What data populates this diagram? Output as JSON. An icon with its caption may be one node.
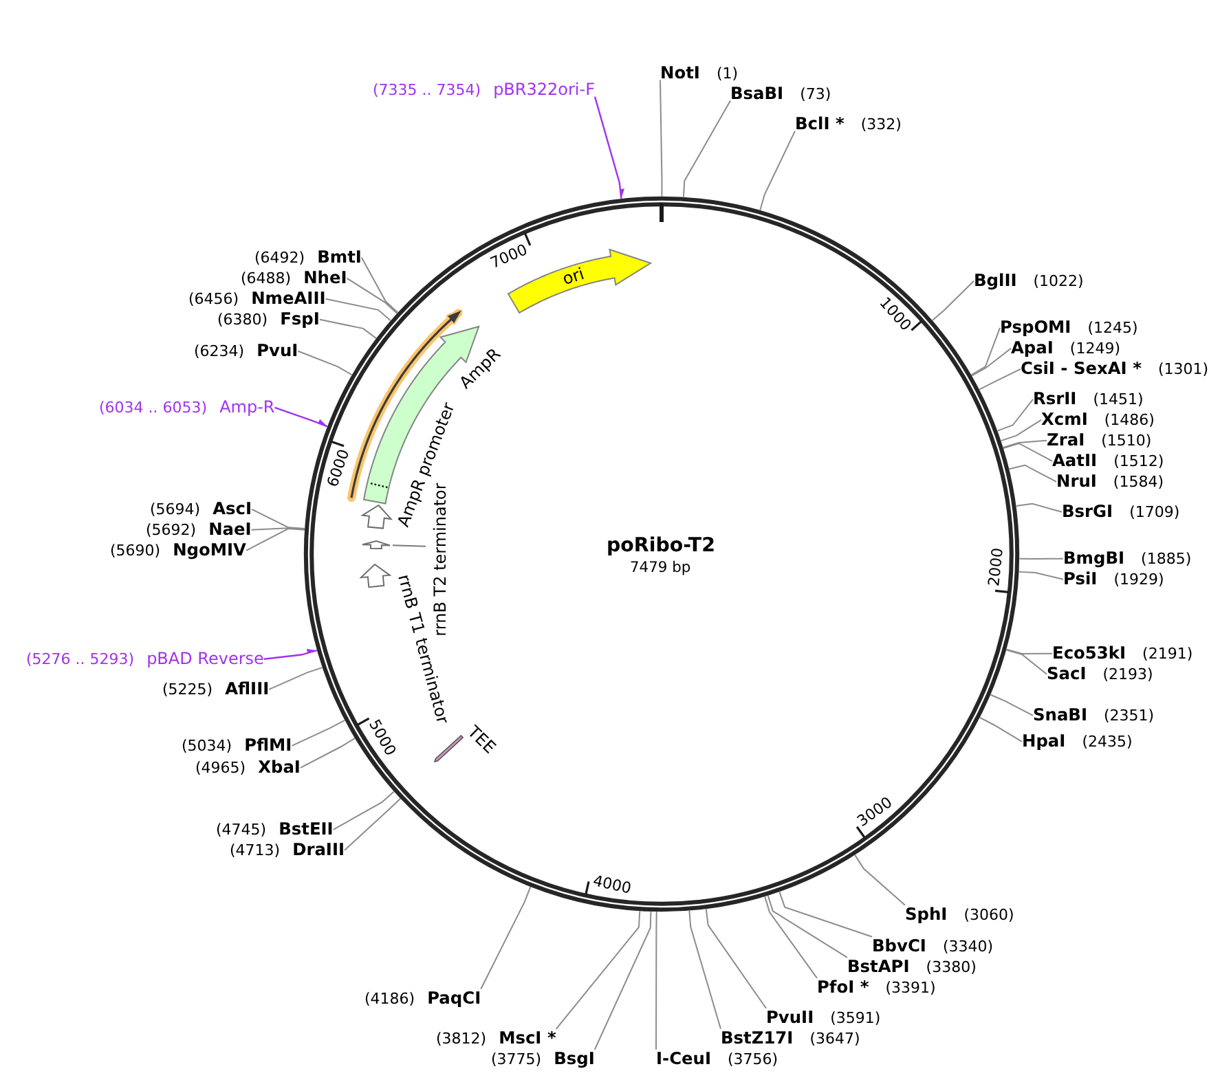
{
  "diagram": {
    "nodes": [
      {
        "text": [
          "poRibo-T2",
          "7479 bp"
        ]
      },
      {
        "text": [
          "ori"
        ],
        "in": 0
      },
      {
        "text": [],
        "shape": "arrow",
        "in": 0
      },
      {
        "text": [],
        "shape": "arrow",
        "in": 0,
        "beside": [
          "AmpR"
        ]
      },
      {
        "text": [],
        "shape": "arrow",
        "in": 0,
        "beside": [
          "AmpR promoter"
        ]
      },
      {
        "text": [],
        "shape": "arrow",
        "in": 0,
        "beside": [
          "rrnB T2 terminator"
        ]
      },
      {
        "text": [],
        "shape": "arrow",
        "in": 0,
        "beside": [
          "rrnB T1 terminator"
        ]
      },
      {
        "text": [],
        "shape": "bar",
        "in": 0,
        "beside": [
          "TEE"
        ]
      },
      {
        "text": [
          "NotI"
        ],
        "beside": [
          "(1)"
        ]
      },
      {
        "text": [
          "BsaBI"
        ],
        "beside": [
          "(73)"
        ]
      },
      {
        "text": [
          "BclI *"
        ],
        "beside": [
          "(332)"
        ]
      },
      {
        "text": [
          "BglII"
        ],
        "beside": [
          "(1022)"
        ]
      },
      {
        "text": [
          "PspOMI"
        ],
        "beside": [
          "(1245)"
        ]
      },
      {
        "text": [
          "ApaI"
        ],
        "beside": [
          "(1249)"
        ]
      },
      {
        "text": [
          "CsiI - SexAI *"
        ],
        "beside": [
          "(1301)"
        ]
      },
      {
        "text": [
          "RsrII"
        ],
        "beside": [
          "(1451)"
        ]
      },
      {
        "text": [
          "XcmI"
        ],
        "beside": [
          "(1486)"
        ]
      },
      {
        "text": [
          "ZraI"
        ],
        "beside": [
          "(1510)"
        ]
      },
      {
        "text": [
          "AatII"
        ],
        "beside": [
          "(1512)"
        ]
      },
      {
        "text": [
          "NruI"
        ],
        "beside": [
          "(1584)"
        ]
      },
      {
        "text": [
          "BsrGI"
        ],
        "beside": [
          "(1709)"
        ]
      },
      {
        "text": [
          "BmgBI"
        ],
        "beside": [
          "(1885)"
        ]
      },
      {
        "text": [
          "PsiI"
        ],
        "beside": [
          "(1929)"
        ]
      },
      {
        "text": [
          "Eco53kI"
        ],
        "beside": [
          "(2191)"
        ]
      },
      {
        "text": [
          "SacI"
        ],
        "beside": [
          "(2193)"
        ]
      },
      {
        "text": [
          "SnaBI"
        ],
        "beside": [
          "(2351)"
        ]
      },
      {
        "text": [
          "HpaI"
        ],
        "beside": [
          "(2435)"
        ]
      },
      {
        "text": [
          "SphI"
        ],
        "beside": [
          "(3060)"
        ]
      },
      {
        "text": [
          "BbvCI"
        ],
        "beside": [
          "(3340)"
        ]
      },
      {
        "text": [
          "BstAPI"
        ],
        "beside": [
          "(3380)"
        ]
      },
      {
        "text": [
          "PfoI *"
        ],
        "beside": [
          "(3391)"
        ]
      },
      {
        "text": [
          "PvuII"
        ],
        "beside": [
          "(3591)"
        ]
      },
      {
        "text": [
          "BstZ17I"
        ],
        "beside": [
          "(3647)"
        ]
      },
      {
        "text": [
          "I-CeuI"
        ],
        "beside": [
          "(3756)"
        ]
      },
      {
        "text": [
          "BsgI"
        ],
        "beside": [
          "(3775)"
        ]
      },
      {
        "text": [
          "MscI *"
        ],
        "beside": [
          "(3812)"
        ]
      },
      {
        "text": [
          "PaqCI"
        ],
        "beside": [
          "(4186)"
        ]
      },
      {
        "text": [
          "DraIII"
        ],
        "beside": [
          "(4713)"
        ]
      },
      {
        "text": [
          "BstEII"
        ],
        "beside": [
          "(4745)"
        ]
      },
      {
        "text": [
          "XbaI"
        ],
        "beside": [
          "(4965)"
        ]
      },
      {
        "text": [
          "PflMI"
        ],
        "beside": [
          "(5034)"
        ]
      },
      {
        "text": [
          "AflIII"
        ],
        "beside": [
          "(5225)"
        ]
      },
      {
        "text": [
          "NgoMIV"
        ],
        "beside": [
          "(5690)"
        ]
      },
      {
        "text": [
          "NaeI"
        ],
        "beside": [
          "(5692)"
        ]
      },
      {
        "text": [
          "AscI"
        ],
        "beside": [
          "(5694)"
        ]
      },
      {
        "text": [
          "PvuI"
        ],
        "beside": [
          "(6234)"
        ]
      },
      {
        "text": [
          "FspI"
        ],
        "beside": [
          "(6380)"
        ]
      },
      {
        "text": [
          "NmeAIII"
        ],
        "beside": [
          "(6456)"
        ]
      },
      {
        "text": [
          "NheI"
        ],
        "beside": [
          "(6488)"
        ]
      },
      {
        "text": [
          "BmtI"
        ],
        "beside": [
          "(6492)"
        ]
      },
      {
        "text": [
          "pBAD Reverse"
        ],
        "beside": [
          "(5276 .. 5293)"
        ]
      },
      {
        "text": [
          "Amp-R"
        ],
        "beside": [
          "(6034 .. 6053)"
        ]
      },
      {
        "text": [
          "pBR322ori-F"
        ],
        "beside": [
          "(7335 .. 7354)"
        ]
      }
    ],
    "edges": [
      {
        "from": 8,
        "to": 0,
        "arrow": "none"
      },
      {
        "from": 9,
        "to": 0,
        "arrow": "none"
      },
      {
        "from": 10,
        "to": 0,
        "arrow": "none"
      },
      {
        "from": 11,
        "to": 0,
        "arrow": "none"
      },
      {
        "from": 12,
        "to": 0,
        "arrow": "none"
      },
      {
        "from": 13,
        "to": 0,
        "arrow": "none"
      },
      {
        "from": 14,
        "to": 0,
        "arrow": "none"
      },
      {
        "from": 15,
        "to": 0,
        "arrow": "none"
      },
      {
        "from": 16,
        "to": 0,
        "arrow": "none"
      },
      {
        "from": 17,
        "to": 0,
        "arrow": "none"
      },
      {
        "from": 18,
        "to": 0,
        "arrow": "none"
      },
      {
        "from": 19,
        "to": 0,
        "arrow": "none"
      },
      {
        "from": 20,
        "to": 0,
        "arrow": "none"
      },
      {
        "from": 21,
        "to": 0,
        "arrow": "none"
      },
      {
        "from": 22,
        "to": 0,
        "arrow": "none"
      },
      {
        "from": 23,
        "to": 0,
        "arrow": "none"
      },
      {
        "from": 24,
        "to": 0,
        "arrow": "none"
      },
      {
        "from": 25,
        "to": 0,
        "arrow": "none"
      },
      {
        "from": 26,
        "to": 0,
        "arrow": "none"
      },
      {
        "from": 27,
        "to": 0,
        "arrow": "none"
      },
      {
        "from": 28,
        "to": 0,
        "arrow": "none"
      },
      {
        "from": 29,
        "to": 0,
        "arrow": "none"
      },
      {
        "from": 30,
        "to": 0,
        "arrow": "none"
      },
      {
        "from": 31,
        "to": 0,
        "arrow": "none"
      },
      {
        "from": 32,
        "to": 0,
        "arrow": "none"
      },
      {
        "from": 33,
        "to": 0,
        "arrow": "none"
      },
      {
        "from": 34,
        "to": 0,
        "arrow": "none"
      },
      {
        "from": 35,
        "to": 0,
        "arrow": "none"
      },
      {
        "from": 36,
        "to": 0,
        "arrow": "none"
      },
      {
        "from": 37,
        "to": 0,
        "arrow": "none"
      },
      {
        "from": 38,
        "to": 0,
        "arrow": "none"
      },
      {
        "from": 39,
        "to": 0,
        "arrow": "none"
      },
      {
        "from": 40,
        "to": 0,
        "arrow": "none"
      },
      {
        "from": 41,
        "to": 0,
        "arrow": "none"
      },
      {
        "from": 42,
        "to": 0,
        "arrow": "none"
      },
      {
        "from": 43,
        "to": 0,
        "arrow": "none"
      },
      {
        "from": 44,
        "to": 0,
        "arrow": "none"
      },
      {
        "from": 45,
        "to": 0,
        "arrow": "none"
      },
      {
        "from": 46,
        "to": 0,
        "arrow": "none"
      },
      {
        "from": 47,
        "to": 0,
        "arrow": "none"
      },
      {
        "from": 48,
        "to": 0,
        "arrow": "none"
      },
      {
        "from": 49,
        "to": 0,
        "arrow": "none"
      },
      {
        "from": 50,
        "to": 0,
        "arrow": "to",
        "color": "#a033f0"
      },
      {
        "from": 51,
        "to": 0,
        "arrow": "to",
        "color": "#a033f0"
      },
      {
        "from": 52,
        "to": 0,
        "arrow": "to",
        "color": "#a033f0"
      }
    ],
    "labels": [
      "1000",
      "2000",
      "3000",
      "4000",
      "5000",
      "6000",
      "7000"
    ]
  }
}
